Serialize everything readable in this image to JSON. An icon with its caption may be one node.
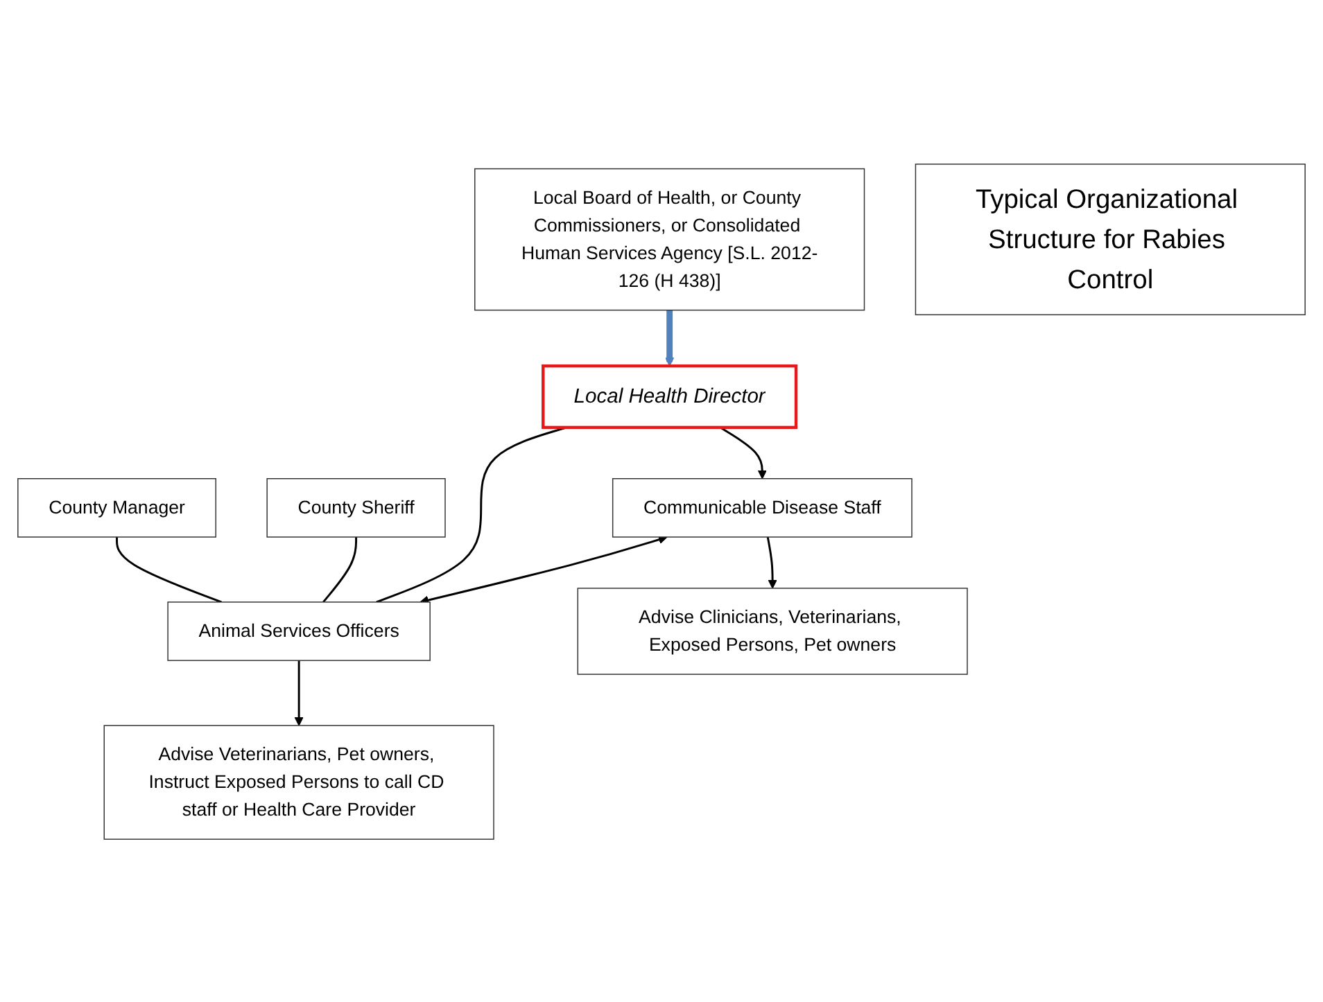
{
  "diagram": {
    "nodes": [
      {
        "text": [
          "Local Board of Health, or County Commissioners, or Consolidated Human Services Agency [S.L. 2012-126 (H 438)]"
        ]
      },
      {
        "text": [
          "Local Health Director"
        ]
      },
      {
        "text": [
          "Typical Organizational Structure for Rabies Control"
        ]
      },
      {
        "text": [
          "County Sheriff"
        ]
      },
      {
        "text": [
          "County Manager"
        ]
      },
      {
        "text": [
          "Communicable Disease Staff"
        ]
      },
      {
        "text": [
          "Animal Services Officers"
        ]
      },
      {
        "text": [
          "Advise Clinicians, Veterinarians, Exposed Persons, Pet owners"
        ]
      },
      {
        "text": [
          "Advise Veterinarians, Pet owners, Instruct Exposed Persons to call CD staff or Health Care Provider"
        ]
      }
    ],
    "edges": [
      {
        "from": 0,
        "to": 1,
        "arrow": "to",
        "style": "thick",
        "color": "#4f81bd"
      },
      {
        "from": 1,
        "to": 5,
        "arrow": "to"
      },
      {
        "from": 5,
        "to": 6,
        "arrow": "both"
      },
      {
        "from": 1,
        "to": 6,
        "arrow": "none"
      },
      {
        "from": 3,
        "to": 6,
        "arrow": "none"
      },
      {
        "from": 4,
        "to": 6,
        "arrow": "none"
      },
      {
        "from": 5,
        "to": 7,
        "arrow": "to"
      },
      {
        "from": 6,
        "to": 8,
        "arrow": "to"
      }
    ]
  }
}
